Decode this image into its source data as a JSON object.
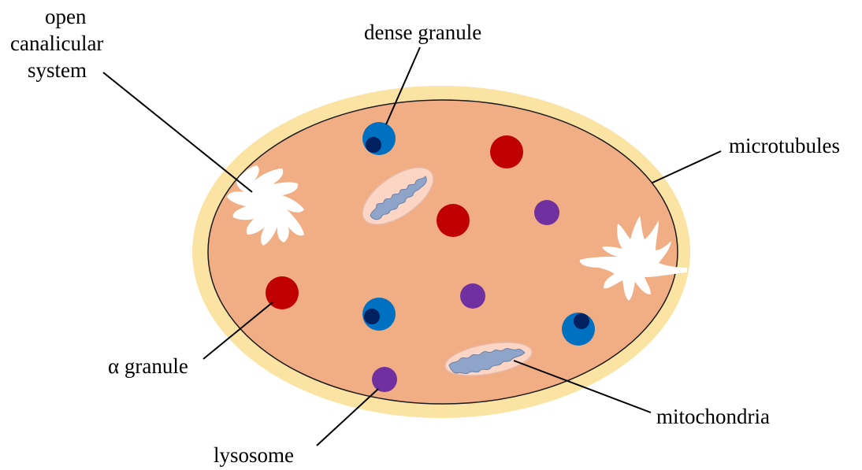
{
  "labels": {
    "ocs_line1": "open",
    "ocs_line2": "canalicular",
    "ocs_line3": "system",
    "dense_granule": "dense granule",
    "microtubules": "microtubules",
    "alpha_granule": "α granule",
    "lysosome": "lysosome",
    "mitochondria": "mitochondria"
  },
  "colors": {
    "outer_ring": "#FBE4A3",
    "cytoplasm": "#F1AE85",
    "alpha_granule": "#C00000",
    "dense_granule_outer": "#0070C0",
    "dense_granule_core": "#002060",
    "lysosome": "#7030A0",
    "mitochondria_membrane": "#FCD5C4",
    "mitochondria_cristae": "#8EA4C8",
    "canalicular_system": "#FFFFFF"
  }
}
